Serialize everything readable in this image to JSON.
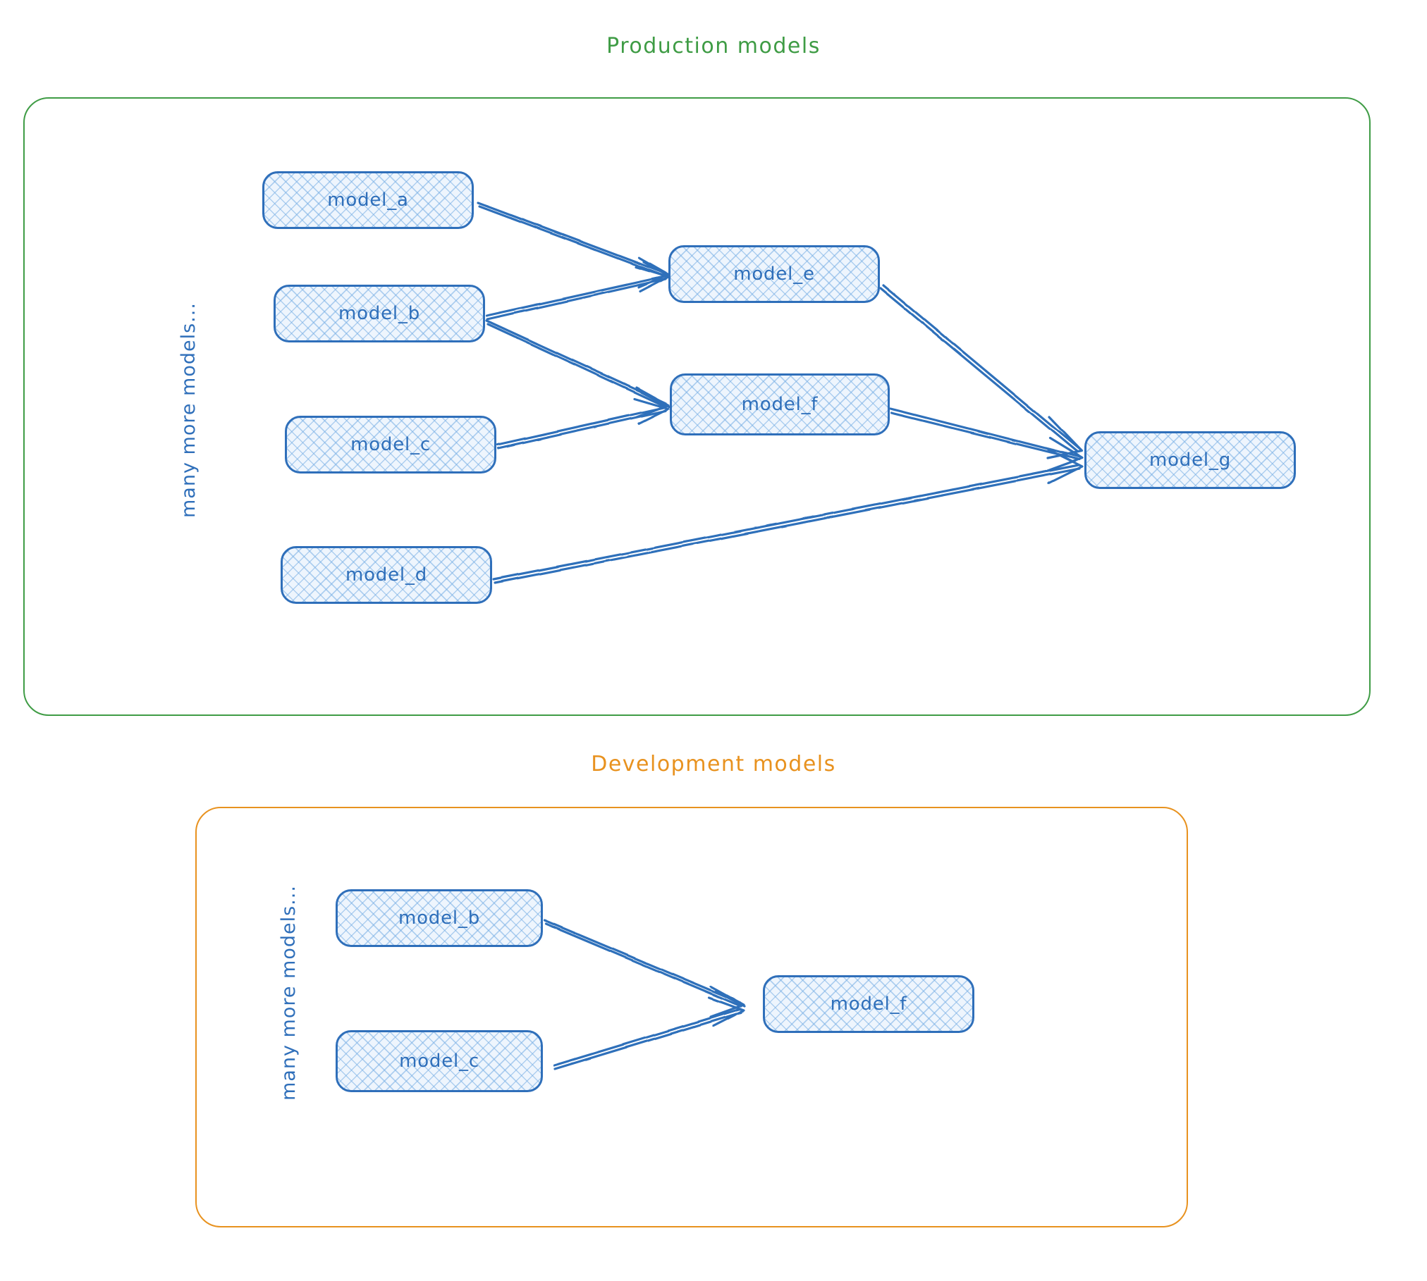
{
  "colors": {
    "production_accent": "#3f9c45",
    "development_accent": "#e8921f",
    "node_stroke": "#2f6fba",
    "node_fill": "#eef5fd",
    "edge_stroke": "#2f6fba",
    "background": "#ffffff"
  },
  "production": {
    "title": "Production models",
    "side_label": "many more models...",
    "nodes": [
      {
        "id": "prod-model-a",
        "label": "model_a"
      },
      {
        "id": "prod-model-b",
        "label": "model_b"
      },
      {
        "id": "prod-model-c",
        "label": "model_c"
      },
      {
        "id": "prod-model-d",
        "label": "model_d"
      },
      {
        "id": "prod-model-e",
        "label": "model_e"
      },
      {
        "id": "prod-model-f",
        "label": "model_f"
      },
      {
        "id": "prod-model-g",
        "label": "model_g"
      }
    ],
    "edges": [
      {
        "from": "model_a",
        "to": "model_e"
      },
      {
        "from": "model_b",
        "to": "model_e"
      },
      {
        "from": "model_b",
        "to": "model_f"
      },
      {
        "from": "model_c",
        "to": "model_f"
      },
      {
        "from": "model_e",
        "to": "model_g"
      },
      {
        "from": "model_f",
        "to": "model_g"
      },
      {
        "from": "model_d",
        "to": "model_g"
      }
    ]
  },
  "development": {
    "title": "Development models",
    "side_label": "many more models...",
    "nodes": [
      {
        "id": "dev-model-b",
        "label": "model_b"
      },
      {
        "id": "dev-model-c",
        "label": "model_c"
      },
      {
        "id": "dev-model-f",
        "label": "model_f"
      }
    ],
    "edges": [
      {
        "from": "model_b",
        "to": "model_f"
      },
      {
        "from": "model_c",
        "to": "model_f"
      }
    ]
  }
}
